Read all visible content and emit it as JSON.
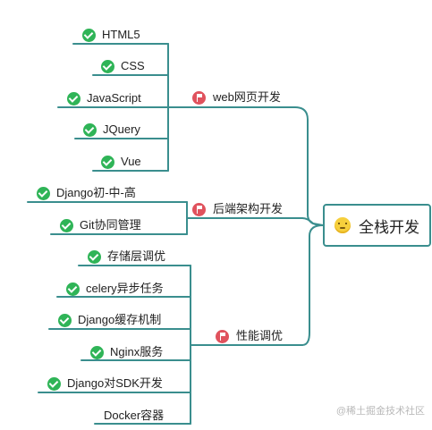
{
  "root": {
    "label": "全栈开发",
    "icon": "smiley-face-icon"
  },
  "branches": [
    {
      "label": "web网页开发",
      "icon": "red-flag-icon",
      "children": [
        {
          "label": "HTML5",
          "icon": "green-check-icon"
        },
        {
          "label": "CSS",
          "icon": "green-check-icon"
        },
        {
          "label": "JavaScript",
          "icon": "green-check-icon"
        },
        {
          "label": "JQuery",
          "icon": "green-check-icon"
        },
        {
          "label": "Vue",
          "icon": "green-check-icon"
        }
      ]
    },
    {
      "label": "后端架构开发",
      "icon": "red-flag-icon",
      "children": [
        {
          "label": "Django初-中-高",
          "icon": "green-check-icon"
        },
        {
          "label": "Git协同管理",
          "icon": "green-check-icon"
        }
      ]
    },
    {
      "label": "性能调优",
      "icon": "red-flag-icon",
      "children": [
        {
          "label": "存储层调优",
          "icon": "green-check-icon"
        },
        {
          "label": "celery异步任务",
          "icon": "green-check-icon"
        },
        {
          "label": "Django缓存机制",
          "icon": "green-check-icon"
        },
        {
          "label": "Nginx服务",
          "icon": "green-check-icon"
        },
        {
          "label": "Django对SDK开发",
          "icon": "green-check-icon"
        },
        {
          "label": "Docker容器",
          "icon": ""
        }
      ]
    }
  ],
  "watermark": "@稀土掘金技术社区",
  "colors": {
    "line": "#3a8e8e",
    "check": "#2fb457",
    "flag": "#e0525d"
  }
}
